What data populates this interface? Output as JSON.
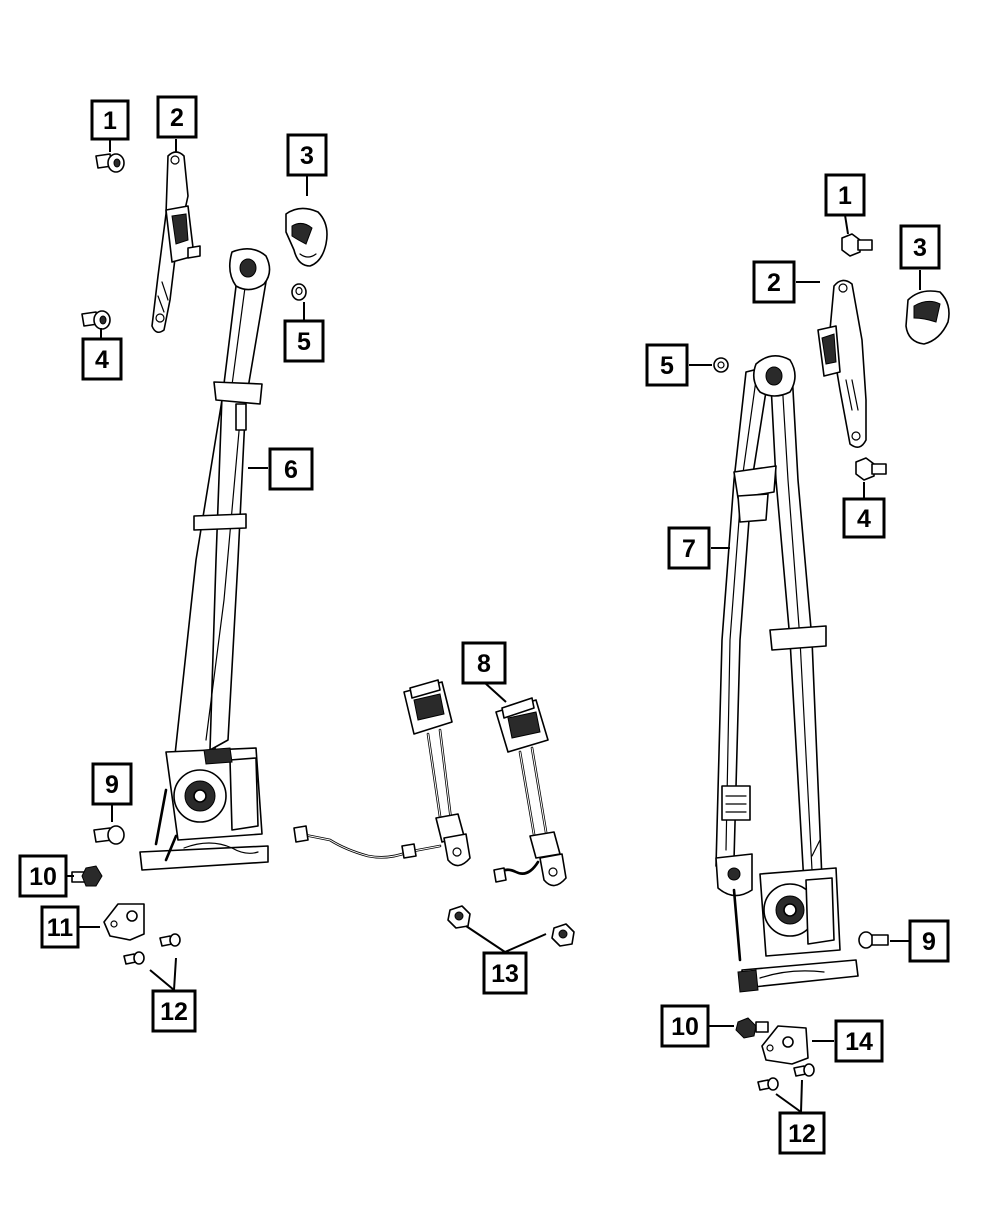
{
  "callouts": [
    {
      "id": "c1-left",
      "label": "1"
    },
    {
      "id": "c2-left",
      "label": "2"
    },
    {
      "id": "c3-left",
      "label": "3"
    },
    {
      "id": "c4-left",
      "label": "4"
    },
    {
      "id": "c5-left",
      "label": "5"
    },
    {
      "id": "c6",
      "label": "6"
    },
    {
      "id": "c9-left",
      "label": "9"
    },
    {
      "id": "c10-left",
      "label": "10"
    },
    {
      "id": "c11",
      "label": "11"
    },
    {
      "id": "c12-left",
      "label": "12"
    },
    {
      "id": "c8",
      "label": "8"
    },
    {
      "id": "c13",
      "label": "13"
    },
    {
      "id": "c1-right",
      "label": "1"
    },
    {
      "id": "c3-right",
      "label": "3"
    },
    {
      "id": "c2-right",
      "label": "2"
    },
    {
      "id": "c5-right",
      "label": "5"
    },
    {
      "id": "c4-right",
      "label": "4"
    },
    {
      "id": "c7",
      "label": "7"
    },
    {
      "id": "c9-right",
      "label": "9"
    },
    {
      "id": "c10-right",
      "label": "10"
    },
    {
      "id": "c14",
      "label": "14"
    },
    {
      "id": "c12-right",
      "label": "12"
    }
  ]
}
